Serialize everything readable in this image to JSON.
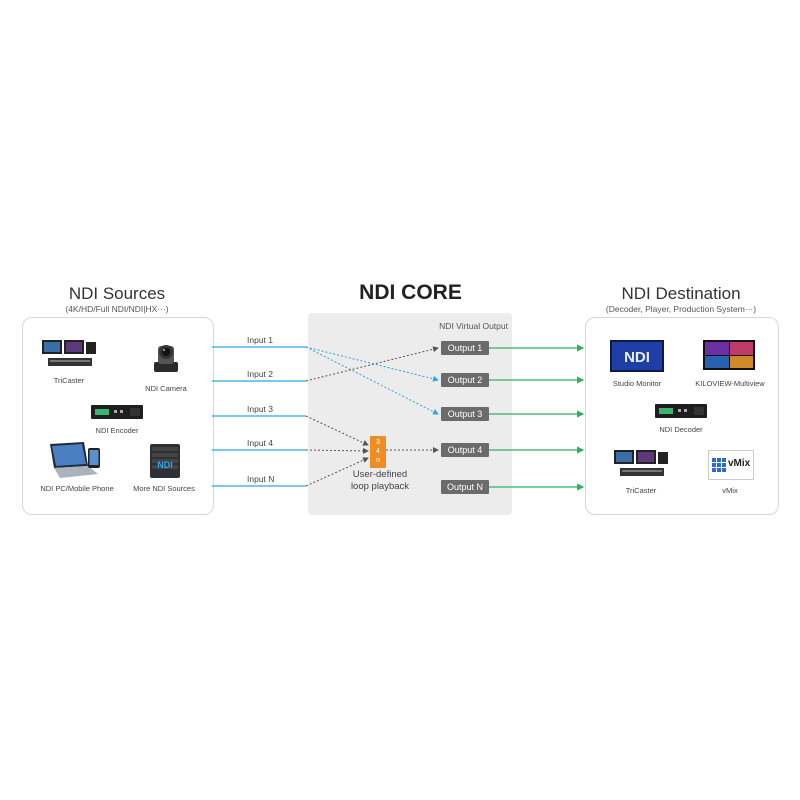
{
  "sources": {
    "title": "NDI Sources",
    "subtitle": "(4K/HD/Full NDI/NDI|HX···)",
    "devices": [
      {
        "label": "TriCaster",
        "icon": "tricaster-icon"
      },
      {
        "label": "NDI Camera",
        "icon": "ptz-camera-icon"
      },
      {
        "label": "NDI Encoder",
        "icon": "encoder-icon"
      },
      {
        "label": "NDI PC/Mobile Phone",
        "icon": "laptop-phone-icon"
      },
      {
        "label": "More NDI Sources",
        "icon": "server-icon"
      }
    ]
  },
  "core": {
    "title": "NDI CORE",
    "caption": "NDI Virtual Output",
    "inputs": [
      "Input 1",
      "Input 2",
      "Input 3",
      "Input 4",
      "Input N"
    ],
    "outputs": [
      "Output 1",
      "Output 2",
      "Output 3",
      "Output 4",
      "Output N"
    ],
    "loop": {
      "digits": [
        "3",
        "4",
        "n"
      ],
      "label_line1": "User-defined",
      "label_line2": "loop playback"
    }
  },
  "destination": {
    "title": "NDI Destination",
    "subtitle": "(Decoder, Player, Production System···)",
    "devices": [
      {
        "label": "Studio Monitor",
        "icon": "monitor-icon"
      },
      {
        "label": "KILOVIEW-Multiview",
        "icon": "multiview-icon"
      },
      {
        "label": "NDI Decoder",
        "icon": "decoder-icon"
      },
      {
        "label": "TriCaster",
        "icon": "tricaster-icon"
      },
      {
        "label": "vMix",
        "icon": "vmix-icon",
        "badge": "vMix"
      }
    ]
  },
  "colors": {
    "input_line": "#2aa7e0",
    "output_line": "#2fae6a",
    "core_bg": "#ececec",
    "output_box": "#6b6b6b",
    "loop_box": "#ef8c22"
  }
}
